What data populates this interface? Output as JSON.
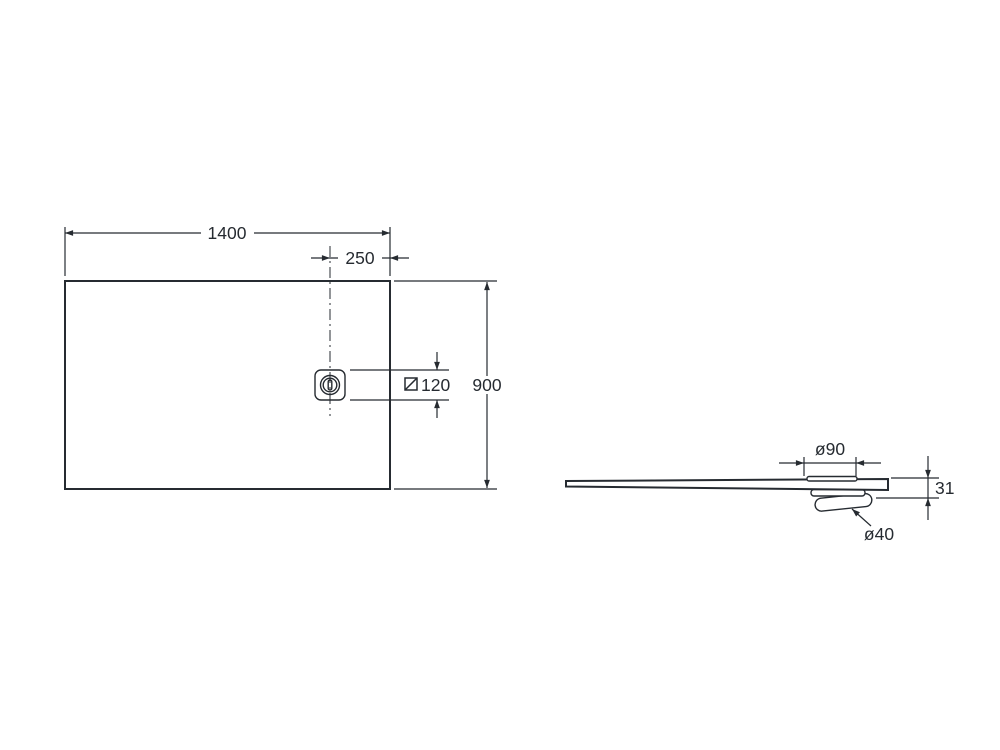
{
  "top_view": {
    "width_dim": "1400",
    "drain_offset_dim": "250",
    "depth_dim": "900",
    "drain_square_dim": "120"
  },
  "side_view": {
    "drain_diameter_dim": "ø90",
    "thickness_dim": "31",
    "outlet_diameter_dim": "ø40"
  },
  "colors": {
    "line": "#262b31",
    "background": "#ffffff"
  }
}
